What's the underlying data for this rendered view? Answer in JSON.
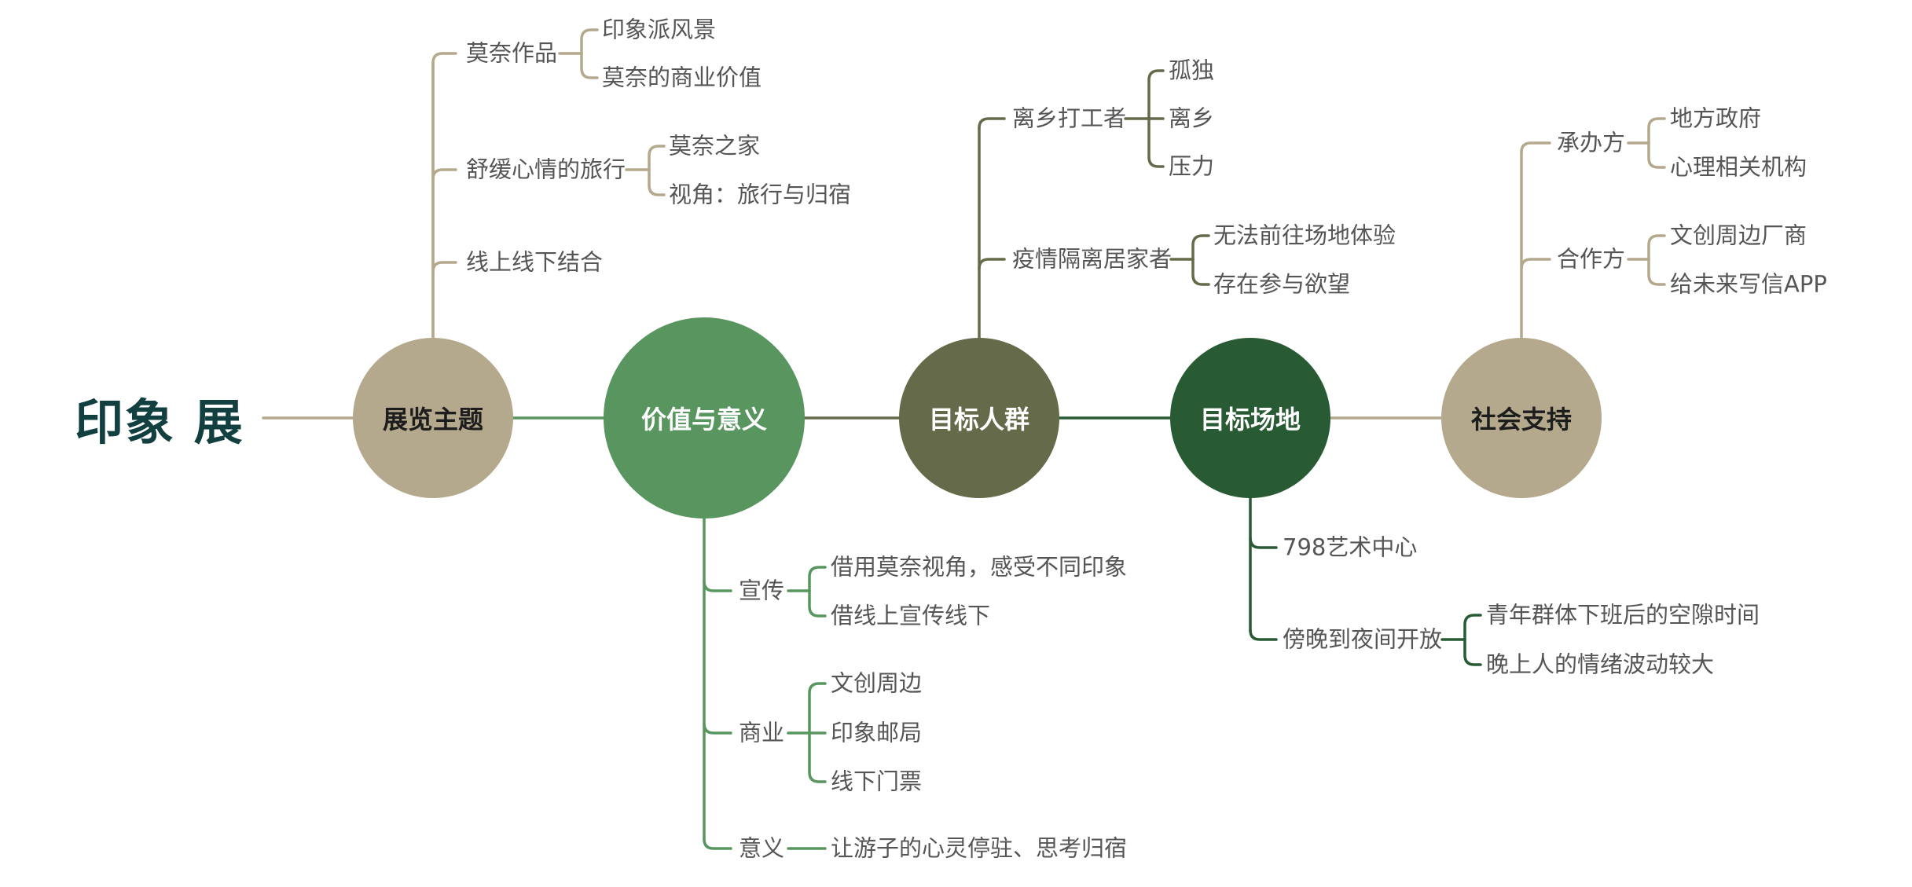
{
  "title": "印象 展",
  "colors": {
    "tan": "#b4a98d",
    "green": "#58955f",
    "olive": "#646a4a",
    "dark_green": "#285a34",
    "text": "#555555",
    "title": "#123f3f"
  },
  "hubs": {
    "theme": {
      "label": "展览主题",
      "color": "#b4a98d",
      "text_color": "#1d1d1d"
    },
    "value": {
      "label": "价值与意义",
      "color": "#58955f",
      "text_color": "#ffffff"
    },
    "people": {
      "label": "目标人群",
      "color": "#646a4a",
      "text_color": "#ffffff"
    },
    "venue": {
      "label": "目标场地",
      "color": "#285a34",
      "text_color": "#ffffff"
    },
    "support": {
      "label": "社会支持",
      "color": "#b4a98d",
      "text_color": "#1d1d1d"
    }
  },
  "theme_branch": [
    {
      "label": "莫奈作品",
      "children": [
        "印象派风景",
        "莫奈的商业价值"
      ]
    },
    {
      "label": "舒缓心情的旅行",
      "children": [
        "莫奈之家",
        "视角：旅行与归宿"
      ]
    },
    {
      "label": "线上线下结合",
      "children": []
    }
  ],
  "value_branch": [
    {
      "label": "宣传",
      "children": [
        "借用莫奈视角，感受不同印象",
        "借线上宣传线下"
      ]
    },
    {
      "label": "商业",
      "children": [
        "文创周边",
        "印象邮局",
        "线下门票"
      ]
    },
    {
      "label": "意义",
      "children": [
        "让游子的心灵停驻、思考归宿"
      ]
    }
  ],
  "people_branch": [
    {
      "label": "离乡打工者",
      "children": [
        "孤独",
        "离乡",
        "压力"
      ]
    },
    {
      "label": "疫情隔离居家者",
      "children": [
        "无法前往场地体验",
        "存在参与欲望"
      ]
    }
  ],
  "venue_branch": [
    {
      "label": "798艺术中心",
      "children": []
    },
    {
      "label": "傍晚到夜间开放",
      "children": [
        "青年群体下班后的空隙时间",
        "晚上人的情绪波动较大"
      ]
    }
  ],
  "support_branch": [
    {
      "label": "承办方",
      "children": [
        "地方政府",
        "心理相关机构"
      ]
    },
    {
      "label": "合作方",
      "children": [
        "文创周边厂商",
        "给未来写信APP"
      ]
    }
  ]
}
